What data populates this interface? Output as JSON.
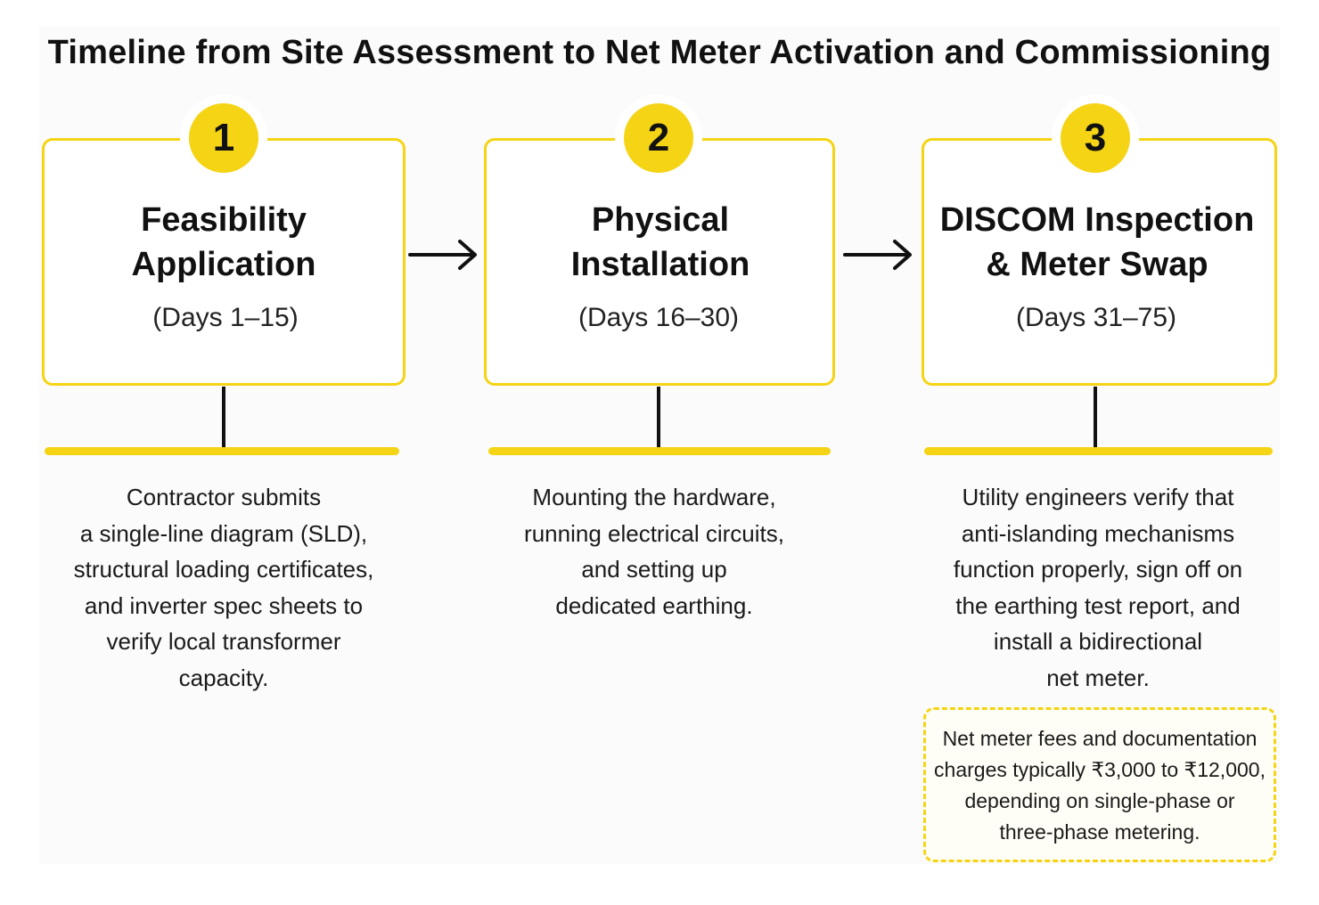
{
  "title": "Timeline from Site Assessment to Net Meter Activation and Commissioning",
  "colors": {
    "accent": "#f5d415",
    "text": "#111111",
    "connector": "#111111"
  },
  "steps": [
    {
      "number": "1",
      "title_line1": "Feasibility",
      "title_line2": "Application",
      "days": "(Days 1–15)",
      "description": [
        "Contractor submits",
        "a single-line diagram (SLD),",
        "structural loading certificates,",
        "and inverter spec sheets to",
        "verify local transformer",
        "capacity."
      ]
    },
    {
      "number": "2",
      "title_line1": "Physical",
      "title_line2": "Installation",
      "days": "(Days 16–30)",
      "description": [
        "Mounting the hardware,",
        "running electrical circuits,",
        "and setting up",
        "dedicated earthing."
      ]
    },
    {
      "number": "3",
      "title_line1": "DISCOM Inspection",
      "title_line2": "& Meter Swap",
      "days": "(Days 31–75)",
      "description": [
        "Utility engineers verify that",
        "anti-islanding mechanisms",
        "function properly, sign off on",
        "the earthing test report, and",
        "install a bidirectional",
        "net meter."
      ]
    }
  ],
  "note": [
    "Net meter fees and documentation",
    "charges typically ₹3,000 to ₹12,000,",
    "depending on single-phase or",
    "three-phase metering."
  ]
}
